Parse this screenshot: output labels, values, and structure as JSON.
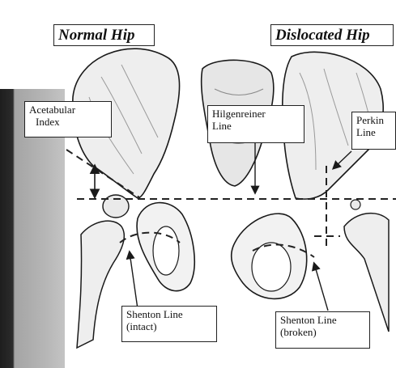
{
  "titles": {
    "normal": "Normal Hip",
    "dislocated": "Dislocated Hip"
  },
  "labels": {
    "acetabular": [
      "Acetabular",
      "Index"
    ],
    "hilgenreiner": [
      "Hilgenreiner",
      "Line"
    ],
    "perkin": [
      "Perkin",
      "Line"
    ],
    "shenton_intact": [
      "Shenton Line",
      "(intact)"
    ],
    "shenton_broken": [
      "Shenton Line",
      "(broken)"
    ]
  },
  "colors": {
    "ink": "#1a1a1a",
    "bone_fill": "#f2f2f2",
    "shade": "#9a9a9a",
    "sidebar": "#2b2b2b"
  },
  "icons": [
    "arrow-icon",
    "double-arrow-icon"
  ]
}
